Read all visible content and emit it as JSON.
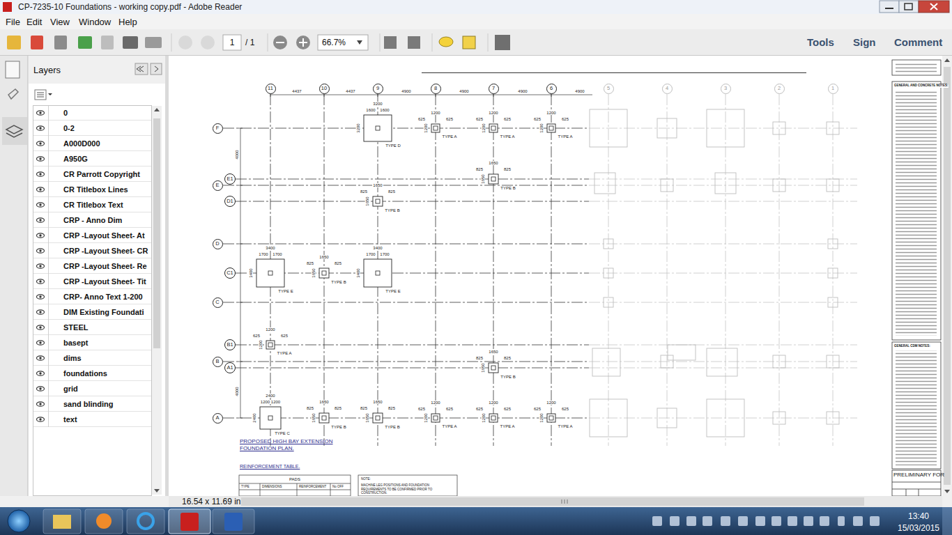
{
  "diagram": {
    "title": "CP-7235-10 Foundations - working copy.pdf - Adobe Reader",
    "nodes": [
      {
        "text": [
          "11"
        ]
      },
      {
        "text": [
          "10"
        ]
      },
      {
        "text": [
          "9"
        ]
      },
      {
        "text": [
          "8"
        ]
      },
      {
        "text": [
          "7"
        ]
      },
      {
        "text": [
          "6"
        ]
      },
      {
        "text": [
          "5"
        ]
      },
      {
        "text": [
          "4"
        ]
      },
      {
        "text": [
          "3"
        ]
      },
      {
        "text": [
          "2"
        ]
      },
      {
        "text": [
          "1"
        ]
      },
      {
        "text": [
          "F"
        ]
      },
      {
        "text": [
          "E1"
        ]
      },
      {
        "text": [
          "E"
        ]
      },
      {
        "text": [
          "D1"
        ]
      },
      {
        "text": [
          "D"
        ]
      },
      {
        "text": [
          "C1"
        ]
      },
      {
        "text": [
          "C"
        ]
      },
      {
        "text": [
          "B1"
        ]
      },
      {
        "text": [
          "B"
        ]
      },
      {
        "text": [
          "A1"
        ]
      },
      {
        "text": [
          "A"
        ]
      }
    ],
    "labels": [
      "File",
      "Edit",
      "View",
      "Window",
      "Help",
      "1",
      "/ 1",
      "66.7%",
      "Tools",
      "Sign",
      "Comment",
      "Layers",
      "0",
      "0-2",
      "A000D000",
      "A950G",
      "CR Parrott Copyright",
      "CR Titlebox Lines",
      "CR Titlebox Text",
      "CRP - Anno Dim",
      "CRP -Layout Sheet- At",
      "CRP -Layout Sheet- CR",
      "CRP -Layout Sheet- Re",
      "CRP -Layout Sheet- Tit",
      "CRP- Anno Text 1-200",
      "DIM Existing Foundati",
      "STEEL",
      "basept",
      "dims",
      "foundations",
      "grid",
      "sand blinding",
      "text",
      "16.54 x 11.69 in",
      "13:40",
      "15/03/2015",
      "4437",
      "4437",
      "4900",
      "4900",
      "4900",
      "4900",
      "4000",
      "4000",
      "3200",
      "1600",
      "1600",
      "3200",
      "TYPE D",
      "1200",
      "625",
      "625",
      "1200",
      "TYPE A",
      "1200",
      "625",
      "625",
      "1200",
      "TYPE A",
      "1200",
      "625",
      "625",
      "1200",
      "TYPE A",
      "1650",
      "825",
      "825",
      "1650",
      "TYPE B",
      "1650",
      "825",
      "825",
      "1650",
      "TYPE B",
      "3400",
      "1700",
      "1700",
      "3400",
      "TYPE E",
      "1650",
      "825",
      "825",
      "1650",
      "TYPE B",
      "3400",
      "1700",
      "1700",
      "3400",
      "TYPE E",
      "1200",
      "625",
      "625",
      "1200",
      "TYPE A",
      "1650",
      "825",
      "825",
      "1650",
      "TYPE B",
      "2400",
      "1200",
      "1200",
      "2400",
      "TYPE C",
      "1650",
      "825",
      "825",
      "1650",
      "TYPE B",
      "1650",
      "825",
      "825",
      "1650",
      "TYPE B",
      "1200",
      "625",
      "625",
      "1200",
      "TYPE A",
      "1200",
      "625",
      "625",
      "1200",
      "TYPE A",
      "1200",
      "625",
      "625",
      "1200",
      "TYPE A",
      "PROPOSED HIGH BAY EXTENSION FOUNDATION PLAN.",
      "REINFORCEMENT TABLE.",
      "PADS",
      "TYPE",
      "DIMENSIONS",
      "REINFORCEMENT",
      "No OFF",
      "NOTE:",
      "MACHINE LEG POSITIONS AND FOUNDATION REQUIREMENTS TO BE CONFIRMED PRIOR TO CONSTRUCTION.",
      "PRELIMINARY FOR",
      "GENERAL AND CONCRETE NOTES:",
      "GENERAL CDM NOTES:"
    ]
  }
}
